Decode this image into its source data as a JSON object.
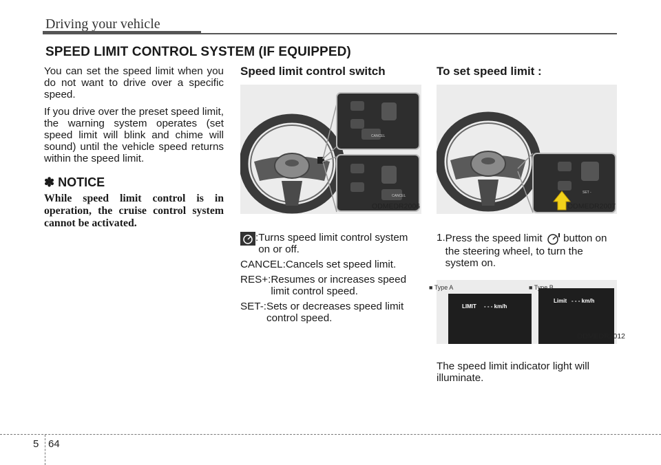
{
  "header": {
    "chapter": "Driving your vehicle"
  },
  "section_title": "SPEED LIMIT CONTROL SYSTEM (IF EQUIPPED)",
  "col1": {
    "para1": "You can set the speed limit when you do not want to drive over a specific speed.",
    "para2": "If you drive over the preset speed limit, the warning system operates (set speed limit will blink and chime will sound) until the vehicle speed returns within the speed limit.",
    "notice_heading": "✽ NOTICE",
    "notice_body": "While speed limit control is in operation, the cruise control system cannot be activated."
  },
  "col2": {
    "heading": "Speed limit control switch",
    "figure_code": "ODMEDR2006",
    "switch_label_top": "CANCEL",
    "switch_label_bottom": "CANCEL",
    "defs": [
      {
        "term": ": ",
        "text": "Turns speed limit control system on or off."
      },
      {
        "term": "CANCEL: ",
        "text": "Cancels set speed limit."
      },
      {
        "term": "RES+: ",
        "text": "Resumes or increases speed limit control speed."
      },
      {
        "term": "SET-: ",
        "text": "Sets or decreases speed limit control speed."
      }
    ]
  },
  "col3": {
    "heading": "To set speed limit :",
    "figure_code": "ODMEDR2007",
    "set_label": "SET -",
    "step1_num": "1.",
    "step1_a": "Press the speed limit",
    "step1_b": "button on the steering wheel, to turn the system on.",
    "type_a": "■ Type A",
    "type_b": "■ Type B",
    "lcd_a_limit": "LIMIT",
    "lcd_a_speed": "- - - km/h",
    "lcd_b_limit": "Limit",
    "lcd_b_speed": "- - - km/h",
    "figure3_code": "ODMEDR2012",
    "closing": "The speed limit indicator light will illuminate."
  },
  "footer": {
    "chapter_num": "5",
    "page_num": "64"
  },
  "colors": {
    "accent_arrow": "#f2d21b",
    "panel": "#1e1e1e",
    "figure_bg": "#ececec"
  }
}
